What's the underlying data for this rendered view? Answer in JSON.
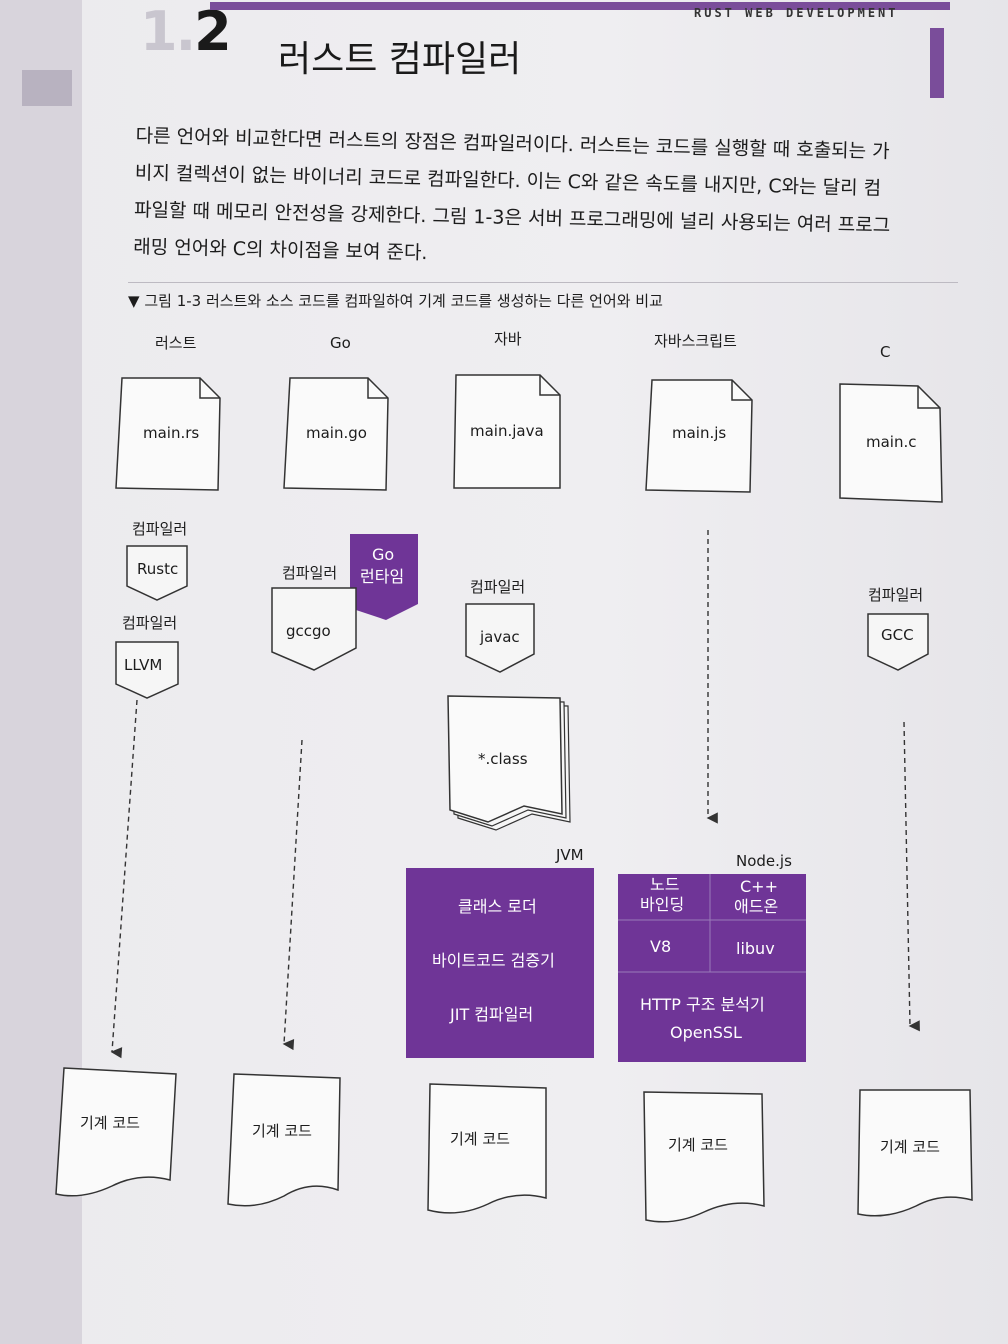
{
  "header": {
    "section_number_prefix": "1.",
    "section_number_suffix": "2",
    "running_head": "RUST WEB DEVELOPMENT",
    "title": "러스트 컴파일러"
  },
  "paragraph": {
    "lines": [
      "다른 언어와 비교한다면 러스트의 장점은 컴파일러이다. 러스트는 코드를 실행할 때 호출되는 가",
      "비지 컬렉션이 없는 바이너리 코드로 컴파일한다. 이는 C와 같은 속도를 내지만, C와는 달리 컴",
      "파일할 때 메모리 안전성을 강제한다. 그림 1-3은 서버 프로그래밍에 널리 사용되는 여러 프로그",
      "래밍 언어와 C의 차이점을 보여 준다."
    ]
  },
  "figure": {
    "caption": "그림 1-3 러스트와 소스 코드를 컴파일하여 기계 코드를 생성하는 다른 언어와 비교",
    "caption_marker": "▼",
    "languages": [
      {
        "name": "러스트",
        "file": "main.rs"
      },
      {
        "name": "Go",
        "file": "main.go"
      },
      {
        "name": "자바",
        "file": "main.java"
      },
      {
        "name": "자바스크립트",
        "file": "main.js"
      },
      {
        "name": "C",
        "file": "main.c"
      }
    ],
    "compiler_label": "컴파일러",
    "compilers": {
      "rust_1": "Rustc",
      "rust_2": "LLVM",
      "go": "gccgo",
      "java": "javac",
      "c": "GCC"
    },
    "go_runtime": {
      "line1": "Go",
      "line2": "런타임"
    },
    "class_file": "*.class",
    "jvm": {
      "title": "JVM",
      "items": [
        "클래스 로더",
        "바이트코드 검증기",
        "JIT 컴파일러"
      ]
    },
    "nodejs": {
      "title": "Node.js",
      "cells": {
        "node_binding": [
          "노드",
          "바인딩"
        ],
        "cpp_addon": [
          "C++",
          "애드온"
        ],
        "v8": "V8",
        "libuv": "libuv",
        "http_parser": "HTTP 구조 분석기",
        "openssl": "OpenSSL"
      }
    },
    "machine_code": "기계 코드",
    "colors": {
      "accent": "#6f3597",
      "page": "#ecebee"
    }
  }
}
